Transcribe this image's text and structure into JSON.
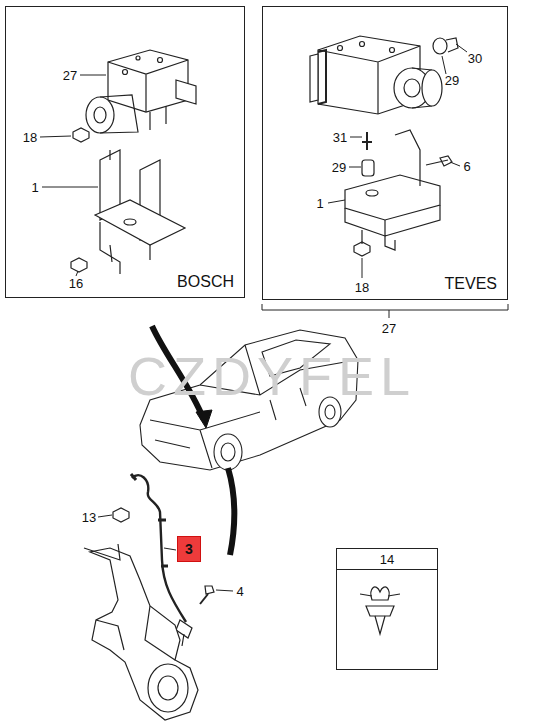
{
  "diagram": {
    "nodes": [
      {
        "text": [
          "BOSCH"
        ]
      },
      {
        "text": [
          "TEVES"
        ]
      },
      {
        "text": [
          "3"
        ]
      },
      {
        "text": [
          "14"
        ]
      }
    ],
    "labels": [
      "27",
      "18",
      "1",
      "16",
      "29",
      "30",
      "31",
      "29",
      "6",
      "1",
      "18",
      "27",
      "CZDYFEL",
      "13",
      "4"
    ]
  }
}
